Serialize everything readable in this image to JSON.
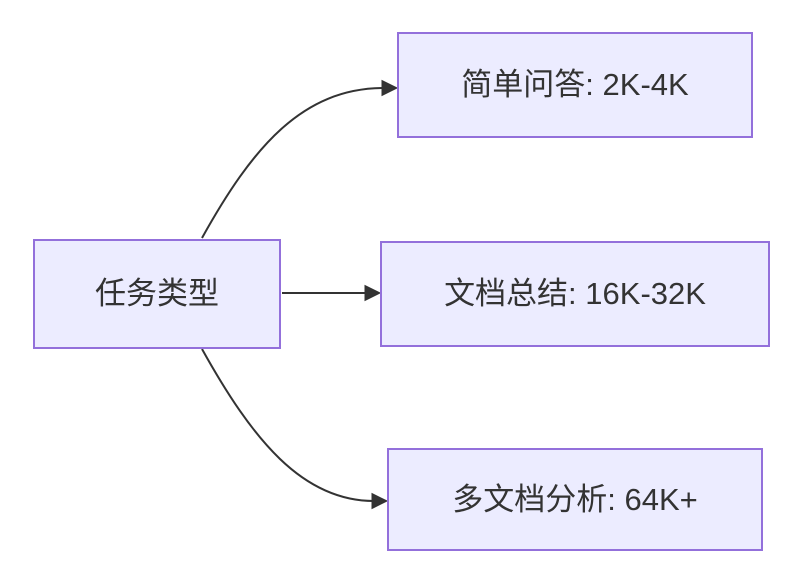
{
  "diagram": {
    "type": "flowchart",
    "direction": "left-to-right",
    "nodes": {
      "task_type": {
        "label": "任务类型"
      },
      "simple_qa": {
        "label": "简单问答: 2K-4K"
      },
      "doc_summary": {
        "label": "文档总结: 16K-32K"
      },
      "multi_doc": {
        "label": "多文档分析: 64K+"
      }
    },
    "edges": [
      {
        "from": "task_type",
        "to": "simple_qa"
      },
      {
        "from": "task_type",
        "to": "doc_summary"
      },
      {
        "from": "task_type",
        "to": "multi_doc"
      }
    ],
    "colors": {
      "node_fill": "#ECECFF",
      "node_border": "#9370DB",
      "edge": "#333333",
      "text": "#333333",
      "background": "#FFFFFF"
    }
  }
}
